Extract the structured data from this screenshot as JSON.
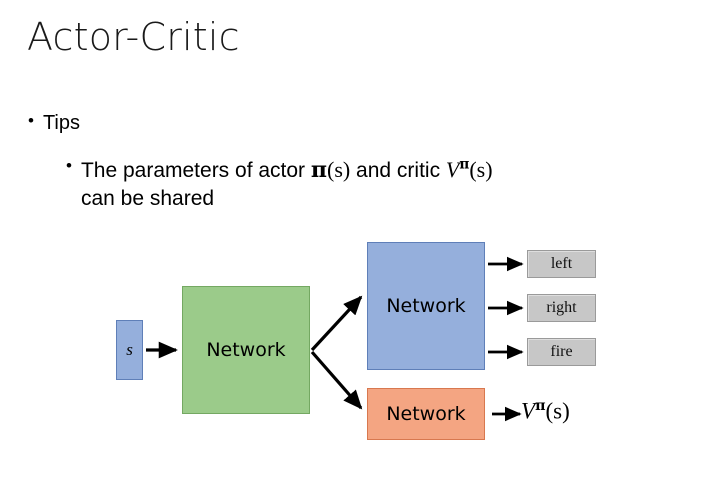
{
  "slide": {
    "title": "Actor-Critic",
    "bullets": {
      "level1": {
        "marker": "•",
        "text": "Tips"
      },
      "level2": {
        "marker": "•",
        "text_before_actor": "The parameters of actor ",
        "actor_symbol": "π",
        "actor_arg": "(s)",
        "text_middle": " and critic ",
        "critic_symbol": "V",
        "critic_superscript": "π",
        "critic_arg": "(s)",
        "text_after": "can be shared",
        "full_text": "The parameters of actor π(s)  and critic Vπ(s) can be shared"
      }
    }
  },
  "diagram": {
    "state_box": {
      "label": "s",
      "fill": "#95afdc",
      "border": "#5f7fb8"
    },
    "shared_network": {
      "label": "Network",
      "fill": "#9bcb8a",
      "border": "#74a862"
    },
    "actor_network": {
      "label": "Network",
      "fill": "#95afdc",
      "border": "#5f7fb8"
    },
    "critic_network": {
      "label": "Network",
      "fill": "#f4a582",
      "border": "#d8784f"
    },
    "actions": [
      {
        "label": "left",
        "fill": "#c7c7c7",
        "border": "#9a9a9a"
      },
      {
        "label": "right",
        "fill": "#c7c7c7",
        "border": "#9a9a9a"
      },
      {
        "label": "fire",
        "fill": "#c7c7c7",
        "border": "#9a9a9a"
      }
    ],
    "value_output": {
      "symbol": "V",
      "superscript": "π",
      "arg": "(s)",
      "full_text": "Vπ(s)"
    },
    "arrow_color": "#000000",
    "background": "#ffffff"
  }
}
